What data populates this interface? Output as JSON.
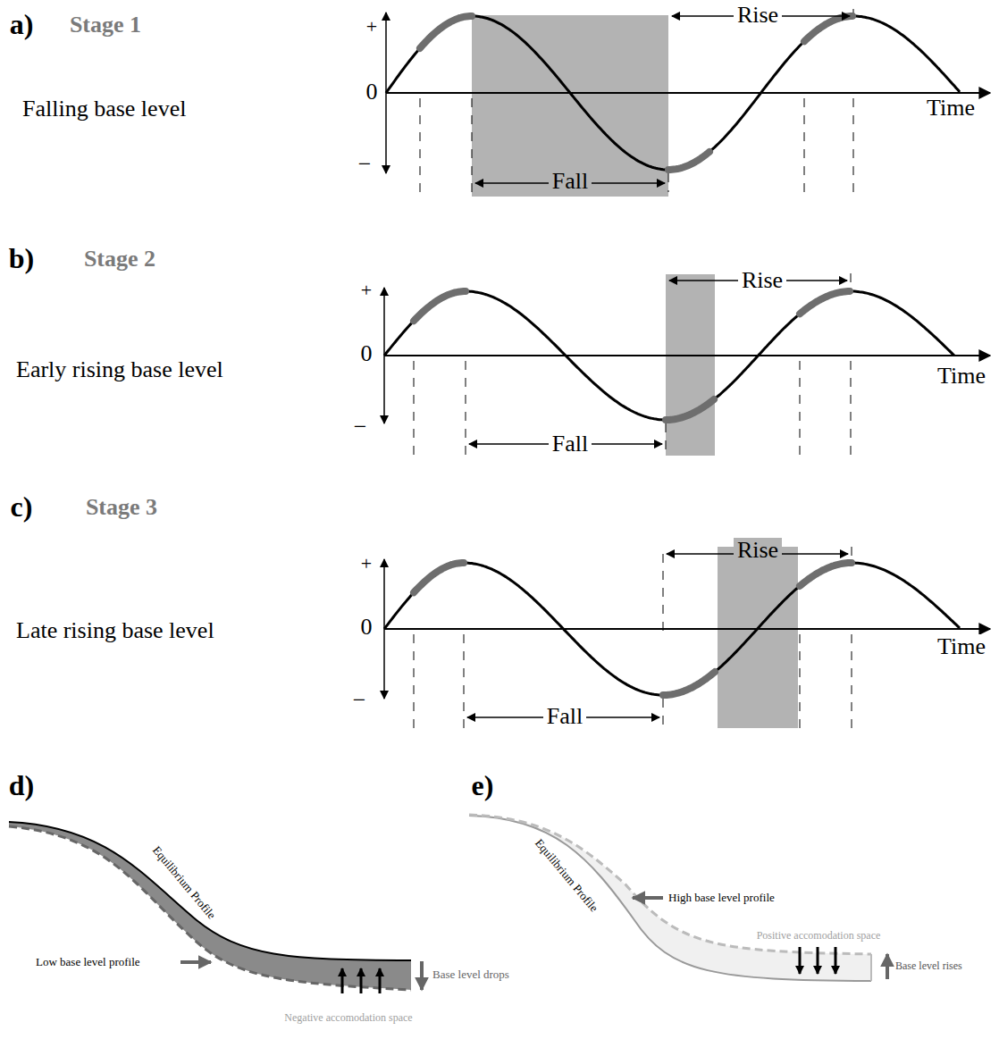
{
  "diagram": {
    "labels": [
      "a)",
      "Stage 1",
      "Falling base level",
      "+",
      "0",
      "−",
      "Time",
      "Rise",
      "Fall",
      "b)",
      "Stage 2",
      "Early rising base level",
      "+",
      "0",
      "−",
      "Time",
      "Rise",
      "Fall",
      "c)",
      "Stage 3",
      "Late rising base level",
      "+",
      "0",
      "−",
      "Time",
      "Rise",
      "Fall",
      "d)",
      "Equilibrium Profile",
      "Low base level profile",
      "Base level drops",
      "Negative accomodation space",
      "e)",
      "Equilibrium Profile",
      "High base level profile",
      "Positive accomodation space",
      "Base level rises"
    ]
  }
}
